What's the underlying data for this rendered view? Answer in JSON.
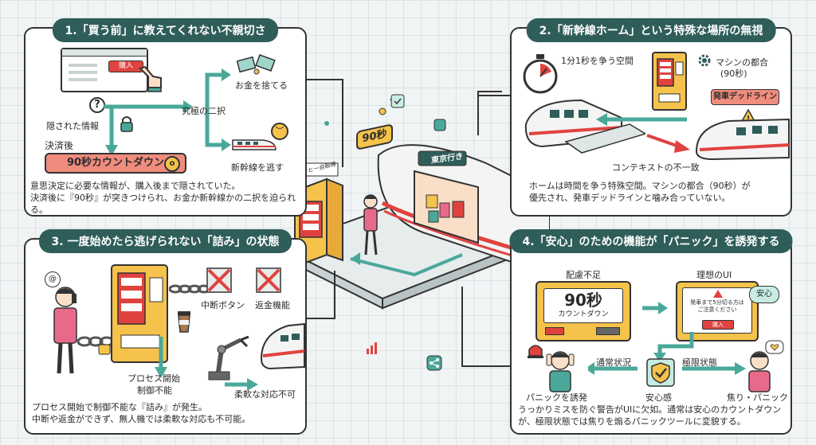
{
  "panels": {
    "p1": {
      "title": "1.「買う前」に教えてくれない不親切さ",
      "buy_label": "購入",
      "hidden_info": "隠された情報",
      "ultimate_choice": "究極の二択",
      "lose_money": "お金を捨てる",
      "miss_train": "新幹線を逃す",
      "after_payment": "決済後",
      "countdown": "90秒カウントダウン",
      "caption_line1": "意思決定に必要な情報が、購入後まで隠されていた。",
      "caption_line2": "決済後に『90秒』が突きつけられ、お金か新幹線かの二択を迫られる。"
    },
    "p2": {
      "title": "2.「新幹線ホーム」という特殊な場所の無視",
      "race_space": "1分1秒を争う空間",
      "machine_reason": "マシンの都合",
      "machine_reason_sub": "(90秒)",
      "deadline": "発車デッドライン",
      "context_mismatch": "コンテキストの不一致",
      "caption_line1": "ホームは時間を争う特殊空間。マシンの都合（90秒）が",
      "caption_line2": "優先され、発車デッドラインと噛み合っていない。"
    },
    "p3": {
      "title": "3. 一度始めたら逃げられない「詰み」の状態",
      "pause_button": "中断ボタン",
      "refund": "返金機能",
      "process_start": "プロセス開始",
      "no_control": "制御不能",
      "no_flex": "柔軟な対応不可",
      "caption_line1": "プロセス開始で制御不能な『詰み』が発生。",
      "caption_line2": "中断や返金ができず、無人機では柔軟な対応も不可能。"
    },
    "p4": {
      "title": "4.「安心」のための機能が「パニック」を誘発する",
      "lack_care": "配慮不足",
      "big_timer": "90秒",
      "big_timer_sub": "カウントダウン",
      "ideal_ui": "理想のUI",
      "ideal_msg1": "発車まで5分切る方は",
      "ideal_msg2": "ご注意ください",
      "ideal_btn": "購入",
      "reassure": "安心",
      "normal": "通常状況",
      "extreme": "極限状態",
      "panic": "パニックを誘発",
      "relief": "安心感",
      "impatience": "焦り・パニック",
      "caption_line1": "うっかりミスを防ぐ警告がUIに欠如。通常は安心のカウントダウン",
      "caption_line2": "が、極限状態では焦りを煽るパニックツールに変貌する。"
    }
  },
  "center": {
    "timer_bubble": "90秒",
    "train_sign": "東京行き",
    "machine_sign": "コーヒー自販機"
  },
  "colors": {
    "teal": "#4aa89a",
    "dark_teal": "#2f5d5a",
    "red": "#e0433f",
    "yellow": "#f5c34b",
    "coral": "#f08c7e",
    "pink": "#e86a8a"
  }
}
